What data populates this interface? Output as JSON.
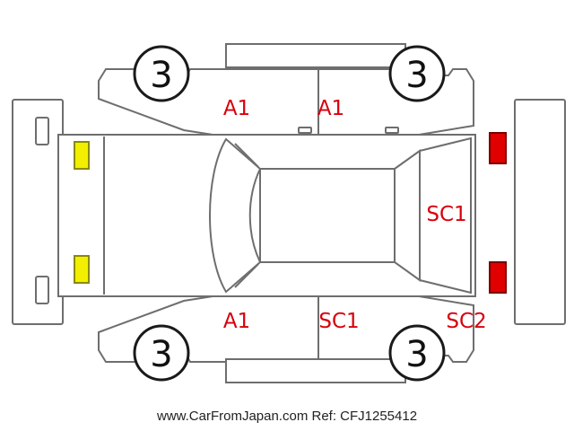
{
  "colors": {
    "damage_text": "#d8000c",
    "front_lamps": "#f2ef00",
    "rear_lamps": "#e00000"
  },
  "wheels": [
    {
      "id": "front-left",
      "grade": "3"
    },
    {
      "id": "rear-left",
      "grade": "3"
    },
    {
      "id": "front-right",
      "grade": "3"
    },
    {
      "id": "rear-right",
      "grade": "3"
    }
  ],
  "damage_marks": [
    {
      "id": "left-front-door",
      "code": "A1"
    },
    {
      "id": "left-rear-door",
      "code": "A1"
    },
    {
      "id": "right-front-door",
      "code": "A1"
    },
    {
      "id": "right-rear-door",
      "code": "SC1"
    },
    {
      "id": "rear-hatch",
      "code": "SC1"
    },
    {
      "id": "rear-right-quarter",
      "code": "SC2"
    }
  ],
  "footer": {
    "text": "www.CarFromJapan.com Ref: CFJ1255412"
  }
}
